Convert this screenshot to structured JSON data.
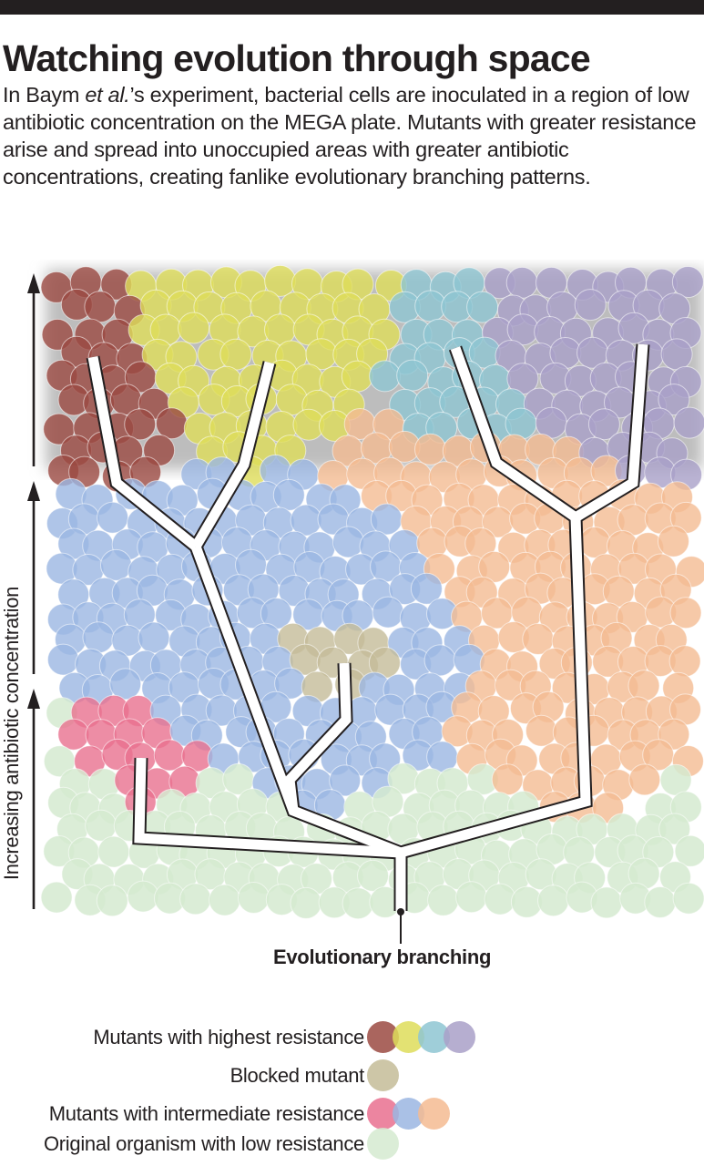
{
  "title": "Watching evolution through space",
  "caption": {
    "part1": "In Baym ",
    "italic": "et al.",
    "part2": "’s experiment, bacterial cells are inoculated in a region of low antibiotic concentration on the MEGA plate. Mutants with greater resistance arise and spread into unoccupied areas with greater antibiotic concentrations, creating fanlike evolutionary branching patterns."
  },
  "axis_label": "Increasing antibiotic concentration",
  "branching_label": "Evolutionary branching",
  "colors": {
    "highest_red": "#9b4a42",
    "highest_yellow": "#dedd5a",
    "highest_cyan": "#8ec6d2",
    "highest_purple": "#a9a0c8",
    "blocked_tan": "#c4bc98",
    "intermediate_pink": "#e9708f",
    "intermediate_blue": "#9bb6e2",
    "intermediate_orange": "#f4bb92",
    "original_green": "#d5ead0",
    "text": "#231f20"
  },
  "legend": [
    {
      "label": "Mutants with highest resistance",
      "colors": [
        "#9b4a42",
        "#dedd5a",
        "#8ec6d2",
        "#a9a0c8"
      ]
    },
    {
      "label": "Blocked mutant",
      "colors": [
        "#c4bc98"
      ]
    },
    {
      "label": "Mutants with intermediate resistance",
      "colors": [
        "#e9708f",
        "#9bb6e2",
        "#f4bb92"
      ]
    },
    {
      "label": "Original organism with low resistance",
      "colors": [
        "#d5ead0"
      ]
    }
  ]
}
